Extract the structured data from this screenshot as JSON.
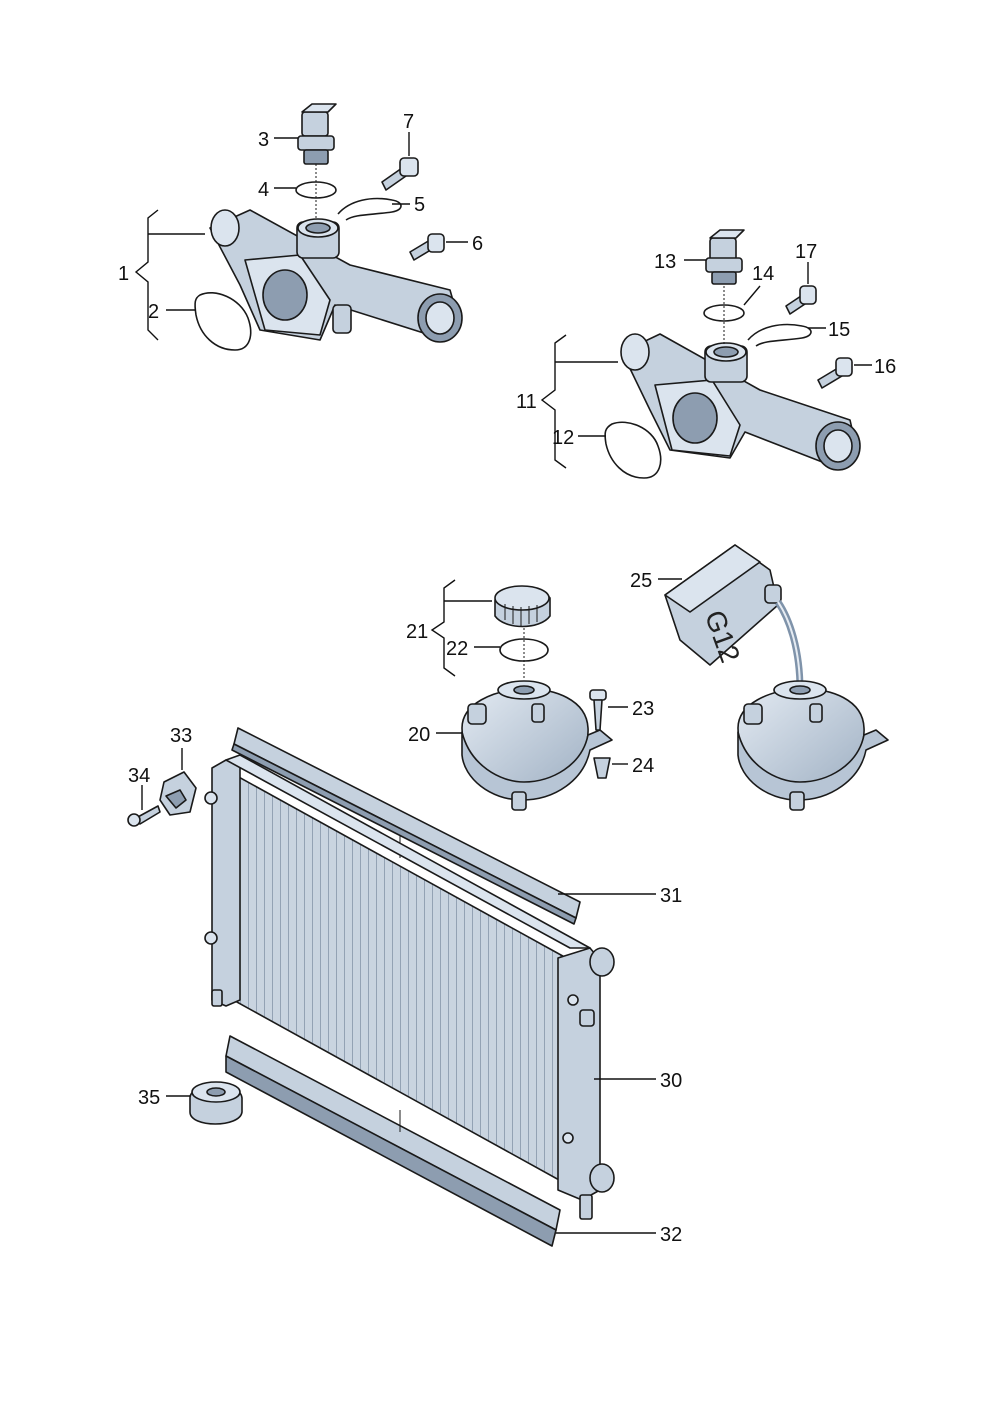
{
  "labels": {
    "l1": "1",
    "l2": "2",
    "l3": "3",
    "l4": "4",
    "l5": "5",
    "l6": "6",
    "l7": "7",
    "l11": "11",
    "l12": "12",
    "l13": "13",
    "l14": "14",
    "l15": "15",
    "l16": "16",
    "l17": "17",
    "l20": "20",
    "l21": "21",
    "l22": "22",
    "l23": "23",
    "l24": "24",
    "l25": "25",
    "l30": "30",
    "l31": "31",
    "l32": "32",
    "l33": "33",
    "l34": "34",
    "l35": "35"
  },
  "coolant_marking": "G12"
}
